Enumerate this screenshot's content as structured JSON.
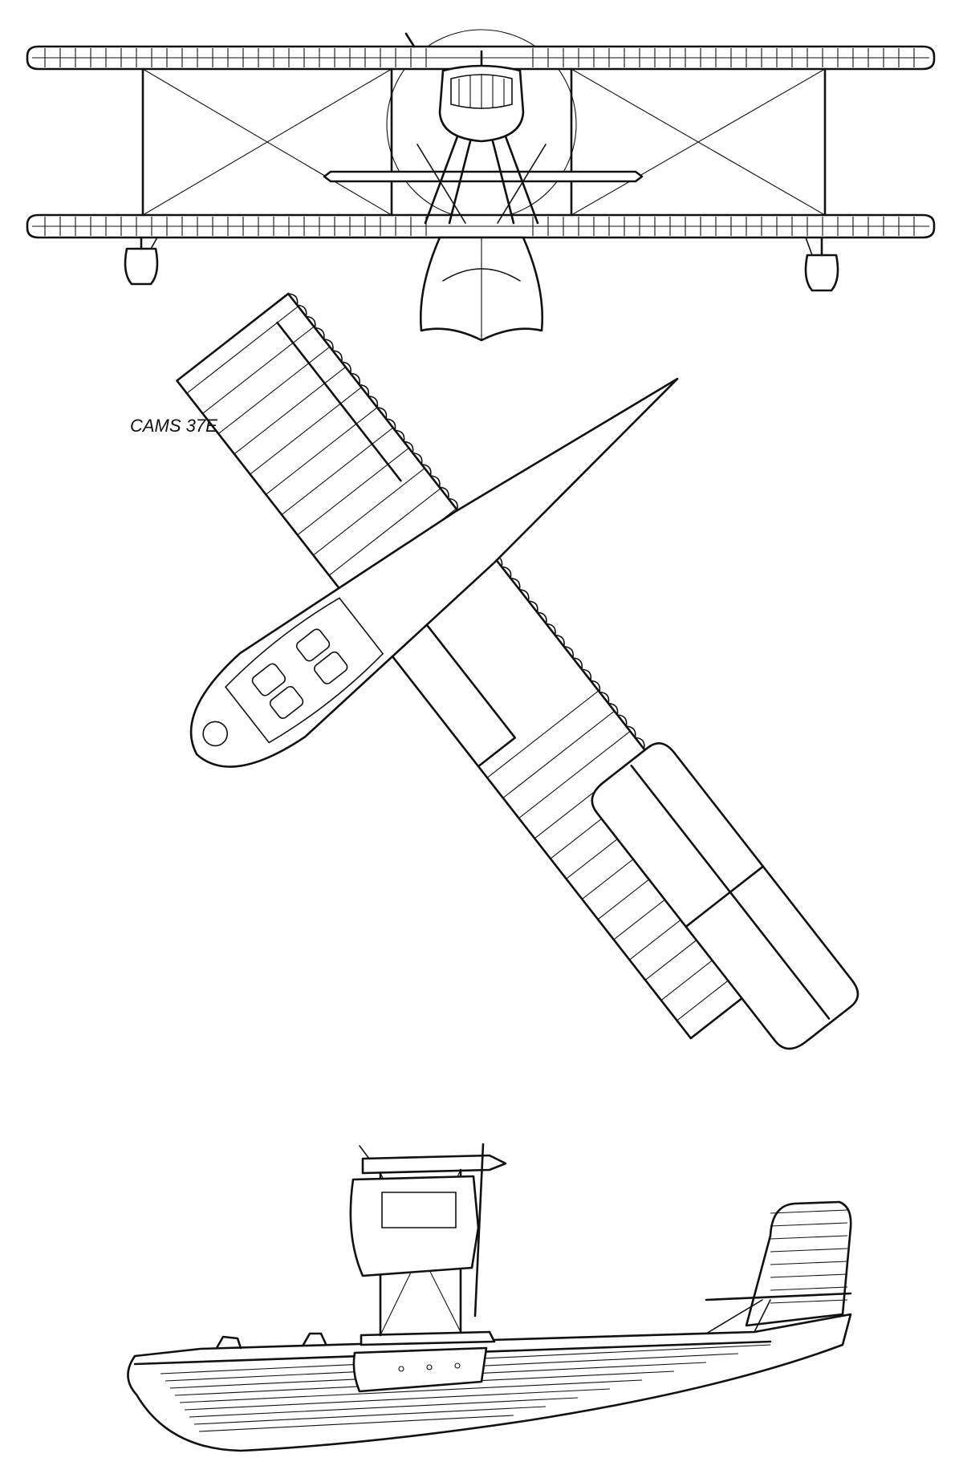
{
  "figure": {
    "caption": "CAMS 37E"
  },
  "views": [
    {
      "name": "front-view"
    },
    {
      "name": "plan-view"
    },
    {
      "name": "side-view"
    }
  ],
  "colors": {
    "ink": "#111111",
    "paper": "#ffffff"
  }
}
